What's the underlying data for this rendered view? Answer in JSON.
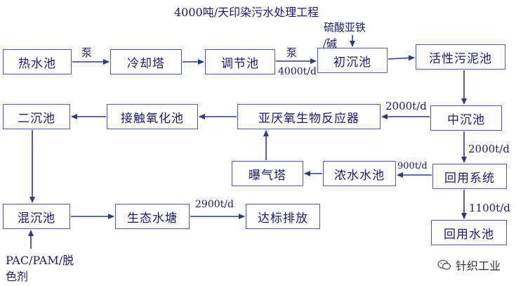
{
  "title": "4000吨/天印染污水处理工程",
  "boxes": {
    "hot_pool": "热水池",
    "cooling_tower": "冷却塔",
    "regulating_pool": "调节池",
    "primary_settling": "初沉池",
    "activated_sludge": "活性污泥池",
    "secondary_settling": "二沉池",
    "contact_oxidation": "接触氧化池",
    "reactor": "亚厌氧生物反应器",
    "middle_settling": "中沉池",
    "aeration_tower": "曝气塔",
    "concentrate_pool": "浓水水池",
    "reuse_system": "回用系统",
    "mixing_settling": "混沉池",
    "eco_pond": "生态水塘",
    "discharge": "达标排放",
    "reuse_pool": "回用水池"
  },
  "labels": {
    "pump1": "泵",
    "pump2": "泵",
    "flow_4000_top": "4000t/d",
    "chem_line1": "硫酸亚铁",
    "chem_line2": "/碱",
    "flow_2000_reactor": "2000t/d",
    "flow_2000_reuse": "2000t/d",
    "flow_900": "900t/d",
    "flow_1100": "1100t/d",
    "flow_2900": "2900t/d",
    "pac_line1": "PAC/PAM/脱",
    "pac_line2": "色剂"
  },
  "watermark": "针织工业",
  "colors": {
    "box_border": "#4a5fa8",
    "arrow": "#2e3a87",
    "text": "#1a1a6e"
  }
}
